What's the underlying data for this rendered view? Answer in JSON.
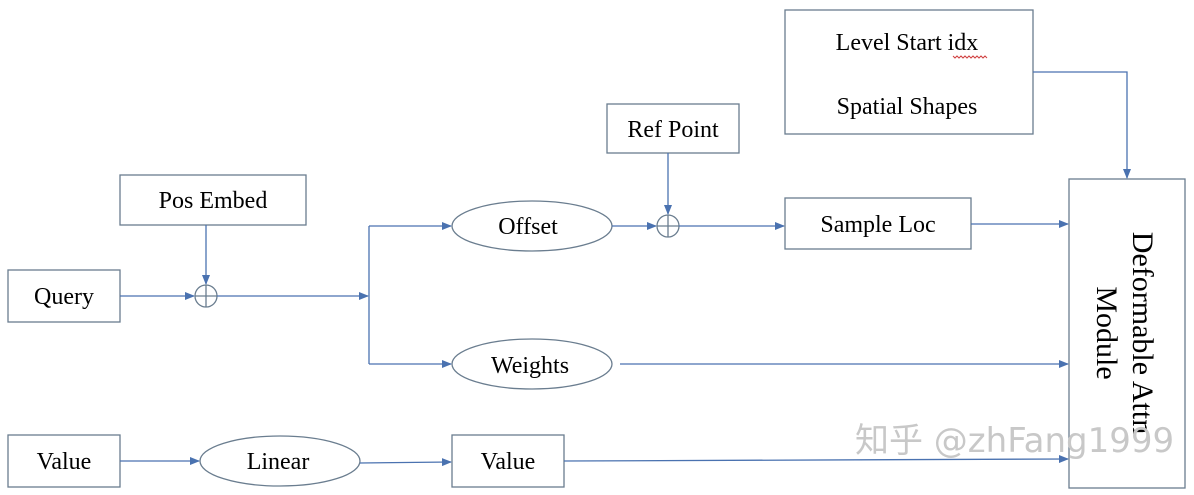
{
  "colors": {
    "stroke": "#6a7d8f",
    "arrow": "#4a72b0",
    "watermark": "#c8c8c8"
  },
  "nodes": {
    "query": "Query",
    "value_in": "Value",
    "pos_embed": "Pos Embed",
    "offset": "Offset",
    "weights": "Weights",
    "linear": "Linear",
    "value_out": "Value",
    "ref_point": "Ref Point",
    "sample_loc": "Sample Loc",
    "level_start_idx": "Level Start idx",
    "spatial_shapes": "Spatial Shapes",
    "deform_line1": "Deformable Attn",
    "deform_line2": "Module"
  },
  "watermark": "知乎 @zhFang1999"
}
